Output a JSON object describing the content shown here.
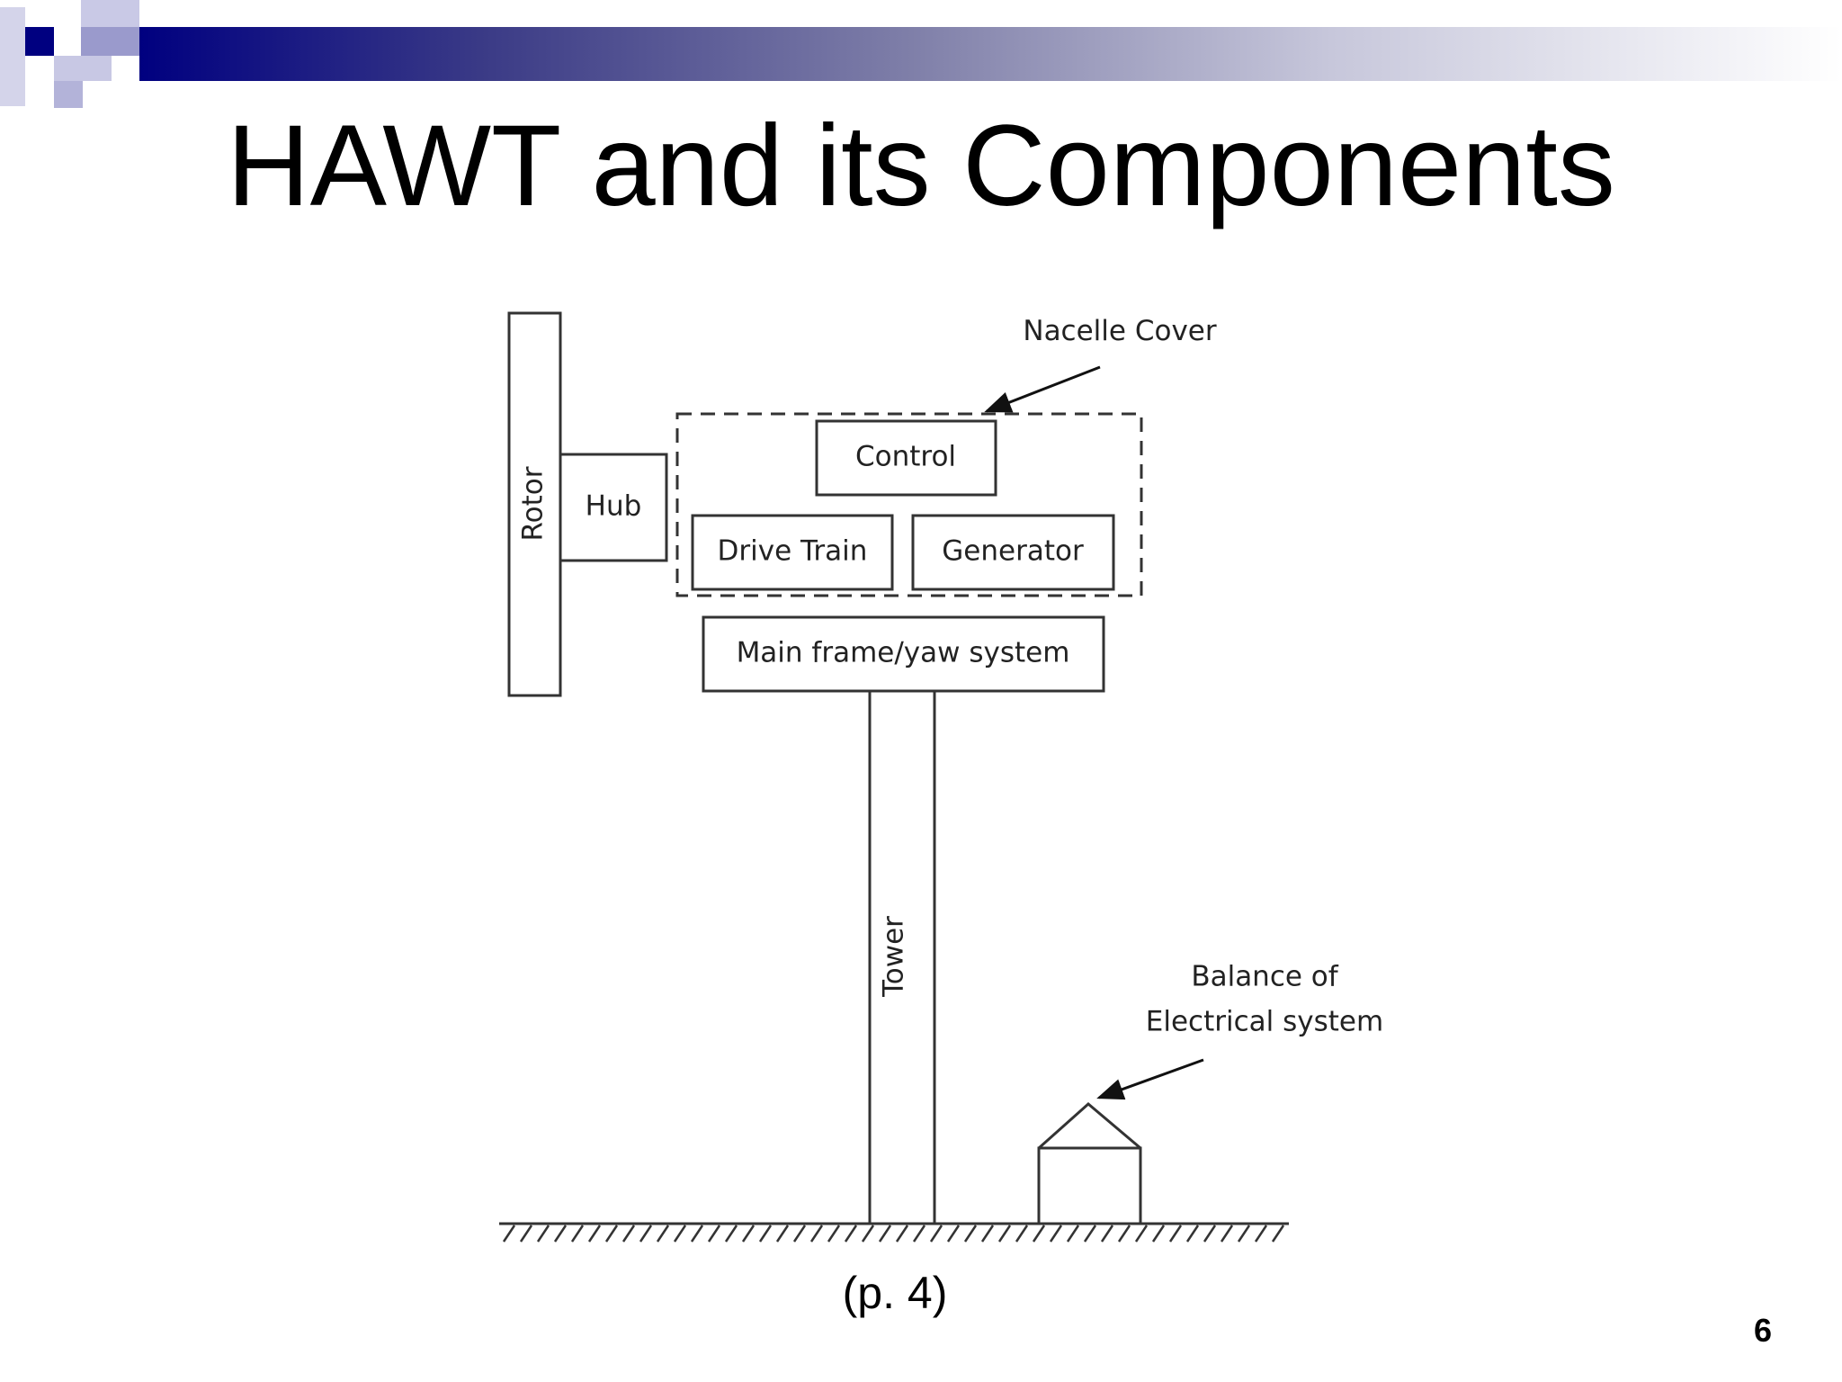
{
  "slide": {
    "title": "HAWT and its Components",
    "caption": "(p. 4)",
    "page_number": "6"
  },
  "diagram": {
    "labels": {
      "rotor": "Rotor",
      "hub": "Hub",
      "control": "Control",
      "drive_train": "Drive Train",
      "generator": "Generator",
      "main_frame": "Main frame/yaw system",
      "tower": "Tower",
      "nacelle_cover": "Nacelle Cover",
      "balance_line1": "Balance of",
      "balance_line2": "Electrical system"
    }
  },
  "colors": {
    "accent_navy": "#000080",
    "deco_light": "#b9b9dd"
  }
}
